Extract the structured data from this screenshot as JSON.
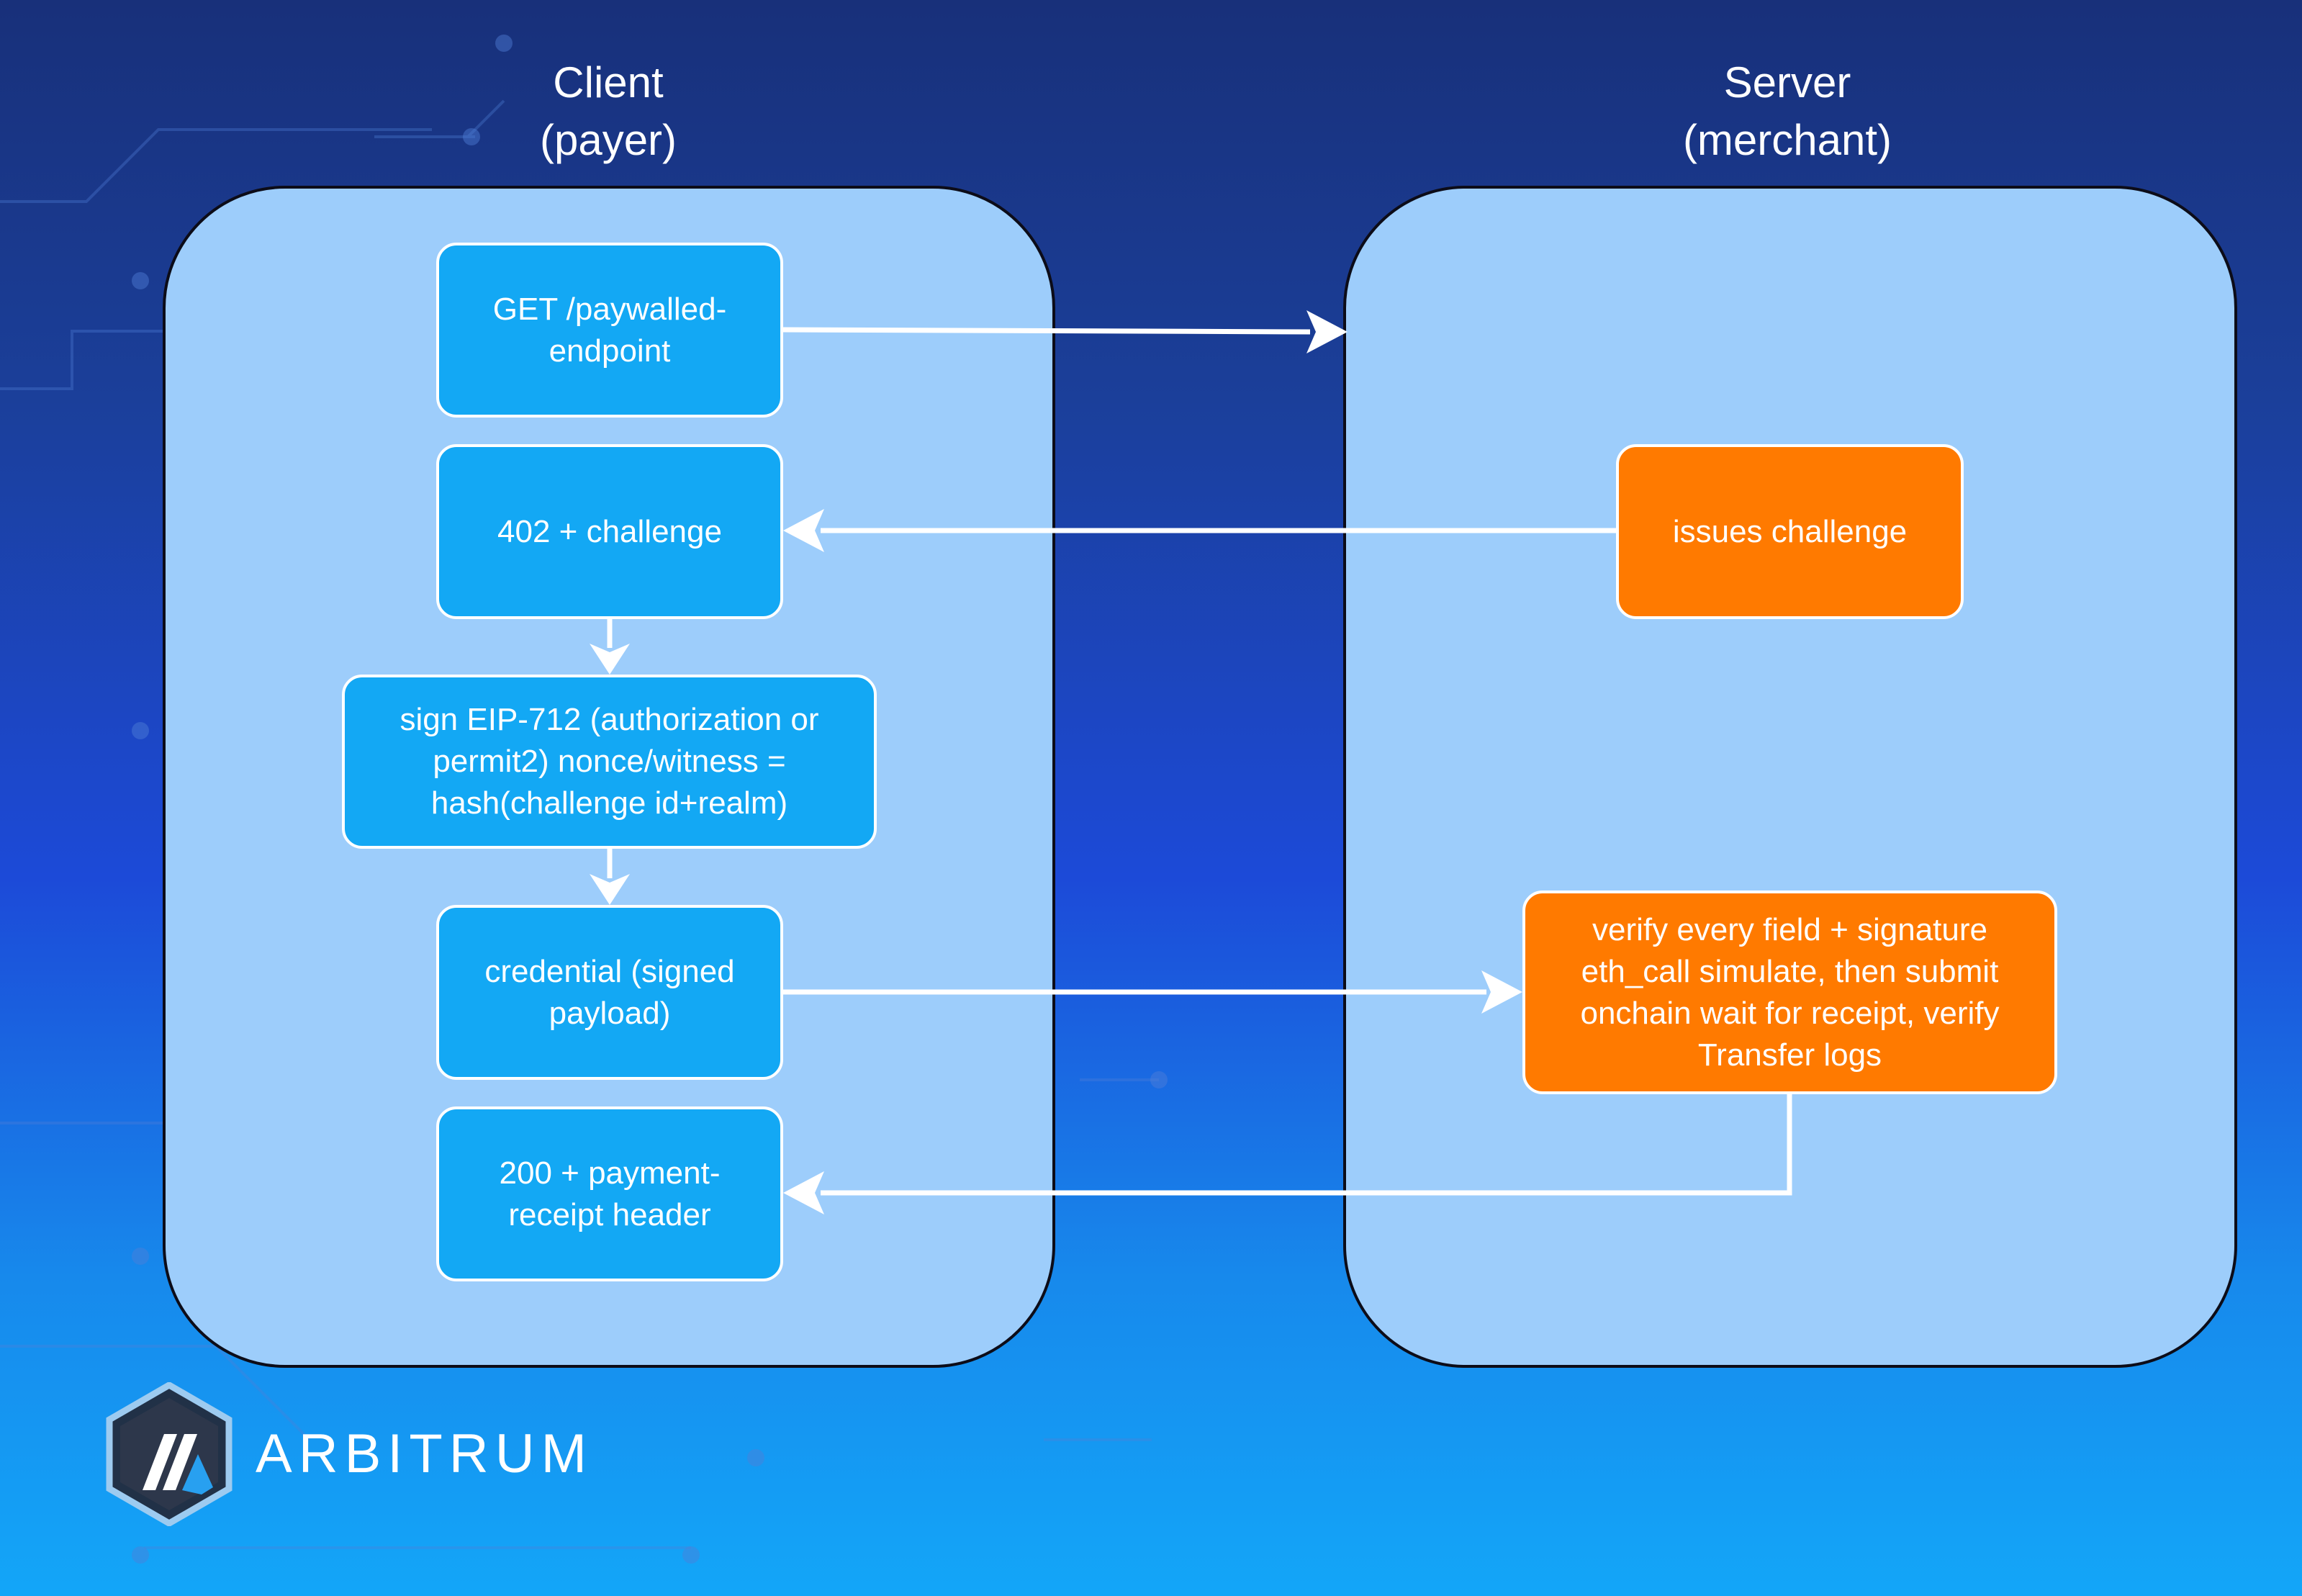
{
  "columns": {
    "client": {
      "title": "Client",
      "subtitle": "(payer)"
    },
    "server": {
      "title": "Server",
      "subtitle": "(merchant)"
    }
  },
  "client_steps": {
    "get": "GET /paywalled-\nendpoint",
    "challenge": "402 + challenge",
    "sign": "sign EIP-712 (authorization or\npermit2) nonce/witness =\nhash(challenge id+realm)",
    "credential": "credential (signed\npayload)",
    "receipt": "200 + payment-\nreceipt header"
  },
  "server_steps": {
    "issue": "issues challenge",
    "verify": "verify every field + signature\neth_call simulate, then submit\nonchain wait for receipt, verify\nTransfer logs"
  },
  "brand": {
    "name": "ARBITRUM"
  },
  "colors": {
    "panel": "#9dcdfb",
    "client_box": "#13a8f4",
    "server_box": "#ff7a00",
    "arrow": "#ffffff"
  }
}
